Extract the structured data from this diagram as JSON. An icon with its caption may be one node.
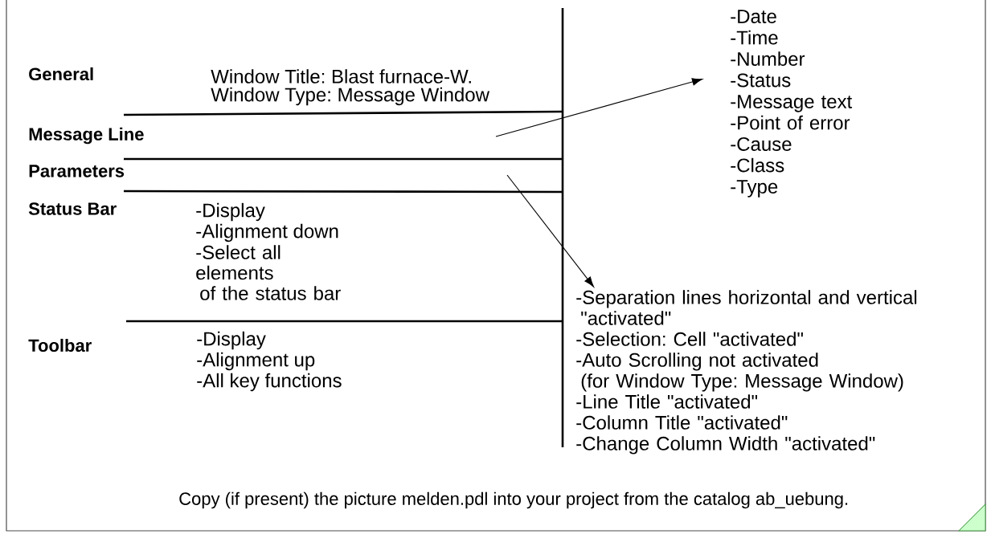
{
  "diagram": {
    "nodes": [
      {
        "text": [
          "-Date",
          "-Time",
          "-Number",
          "-Status",
          "-Message text",
          "-Point of error",
          "-Cause",
          "-Class",
          "-Type"
        ]
      },
      {
        "text": [
          "-Separation lines horizontal and vertical \"activated\"",
          "-Selection: Cell \"activated\"",
          "-Auto Scrolling not activated (for Window Type: Message Window)",
          "-Line Title \"activated\"",
          "-Column Title \"activated\"",
          "-Change Column Width \"activated\""
        ]
      }
    ],
    "edges": [
      {
        "from": null,
        "to": 0,
        "arrow": "to"
      },
      {
        "from": null,
        "to": 1,
        "arrow": "to"
      }
    ],
    "labels": [
      "General",
      "Window Title: Blast furnace-W.",
      "Window Type: Message Window",
      "Message Line",
      "Parameters",
      "Status Bar",
      "-Display",
      "-Alignment down",
      "-Select all elements of the status bar",
      "Toolbar",
      "-Display",
      "-Alignment up",
      "-All key functions",
      "Copy (if present) the picture melden.pdl into your project from the catalog ab_uebung."
    ]
  }
}
